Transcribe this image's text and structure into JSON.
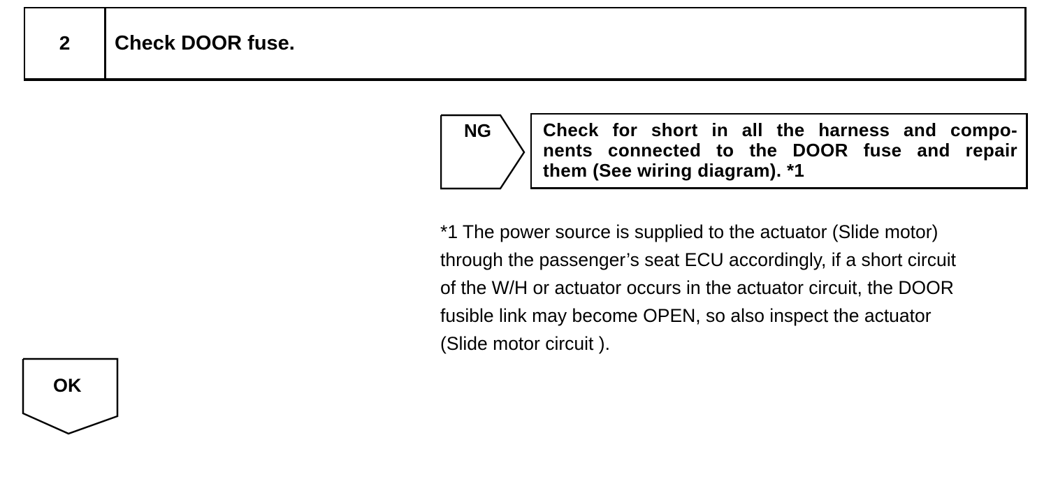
{
  "step": {
    "number": "2",
    "title": "Check DOOR fuse."
  },
  "ng": {
    "label": "NG",
    "action_lines": [
      "Check for short in all the harness and compo-",
      "nents connected to the DOOR fuse and repair",
      "them (See wiring diagram). *1"
    ]
  },
  "footnote": {
    "lines": [
      "*1 The power source is supplied to the actuator (Slide motor)",
      "through the passenger’s seat ECU accordingly, if a short circuit",
      "of the W/H or actuator occurs in the actuator circuit, the DOOR",
      "fusible link may become OPEN, so also inspect the actuator",
      "(Slide motor circuit )."
    ]
  },
  "ok": {
    "label": "OK"
  }
}
